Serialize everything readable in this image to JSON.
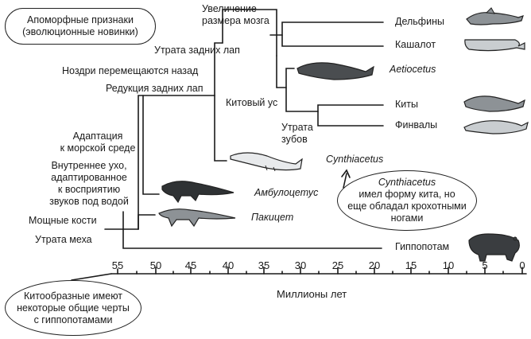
{
  "callouts": {
    "apomorphies": [
      "Апоморфные признаки",
      "(эволюционные новинки)"
    ],
    "cynthiacetus_name": "Cynthiacetus",
    "cynthiacetus_text": [
      "имел форму кита, но",
      "еще обладал крохотными",
      "ногами"
    ],
    "hippo_note": [
      "Китообразные имеют",
      "некоторые общие черты",
      "с гиппопотамами"
    ]
  },
  "taxa": {
    "dolphins": "Дельфины",
    "sperm_whale": "Кашалот",
    "aetiocetus": "Aetiocetus",
    "whales": "Киты",
    "fin_whales": "Финвалы",
    "cynthiacetus": "Cynthiacetus",
    "ambulocetus": "Амбулоцетус",
    "pakicetus": "Пакицет",
    "hippo": "Гиппопотам"
  },
  "traits": {
    "brain": [
      "Увеличение",
      "размера мозга"
    ],
    "hind_loss": "Утрата задних лап",
    "nostrils": "Ноздри перемещаются назад",
    "hind_reduction": "Редукция задних лап",
    "baleen": "Китовый ус",
    "teeth_loss": [
      "Утрата",
      "зубов"
    ],
    "marine": [
      "Адаптация",
      "к морской среде"
    ],
    "ear": [
      "Внутреннее ухо,",
      "адаптированное",
      "к восприятию",
      "звуков под водой"
    ],
    "bones": "Мощные кости",
    "fur_loss": "Утрата меха"
  },
  "axis": {
    "ticks": [
      "55",
      "50",
      "45",
      "40",
      "35",
      "30",
      "25",
      "20",
      "15",
      "10",
      "5",
      "0"
    ],
    "label": "Миллионы лет"
  },
  "colors": {
    "ink": "#1a1a1a",
    "animal_dark": "#4a4d50",
    "animal_light": "#c9cdd0",
    "animal_mid": "#8d9296"
  }
}
